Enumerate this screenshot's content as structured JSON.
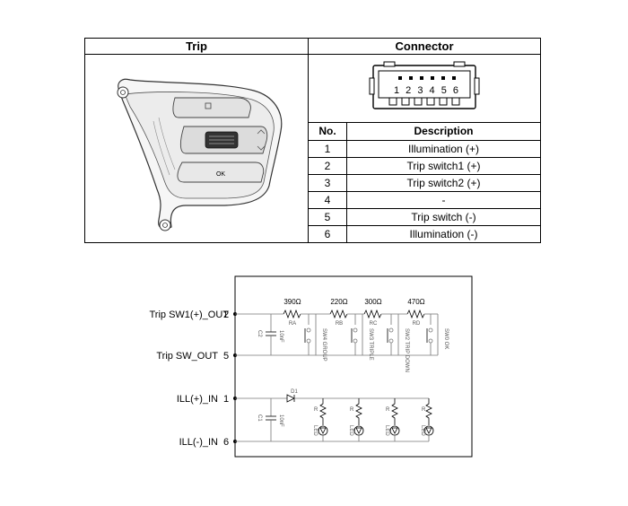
{
  "table": {
    "header_trip": "Trip",
    "header_connector": "Connector",
    "col_no": "No.",
    "col_desc": "Description",
    "rows": [
      {
        "no": "1",
        "desc": "Illumination (+)"
      },
      {
        "no": "2",
        "desc": "Trip switch1 (+)"
      },
      {
        "no": "3",
        "desc": "Trip switch2 (+)"
      },
      {
        "no": "4",
        "desc": "-"
      },
      {
        "no": "5",
        "desc": "Trip switch (-)"
      },
      {
        "no": "6",
        "desc": "Illumination (-)"
      }
    ],
    "connector_pins": "1 2 3 4 5 6",
    "switch_ok_label": "OK"
  },
  "circuit": {
    "pin_labels": [
      {
        "name": "Trip SW1(+)_OUT",
        "pin": "2"
      },
      {
        "name": "Trip SW_OUT",
        "pin": "5"
      },
      {
        "name": "ILL(+)_IN",
        "pin": "1"
      },
      {
        "name": "ILL(-)_IN",
        "pin": "6"
      }
    ],
    "resistors": [
      {
        "value": "390Ω",
        "ref": "RA"
      },
      {
        "value": "220Ω",
        "ref": "RB"
      },
      {
        "value": "300Ω",
        "ref": "RC"
      },
      {
        "value": "470Ω",
        "ref": "RD"
      }
    ],
    "switches": [
      "SW4 GROUP",
      "SW3 TRIPLE",
      "SW2 TRIP DOWN",
      "SW0 OK"
    ],
    "cap_top": {
      "ref": "C2",
      "value": "10nF"
    },
    "cap_bottom": {
      "ref": "C1",
      "value": "10nF"
    },
    "diode": "D1",
    "led_resistor": "R",
    "led_label": "LED"
  }
}
